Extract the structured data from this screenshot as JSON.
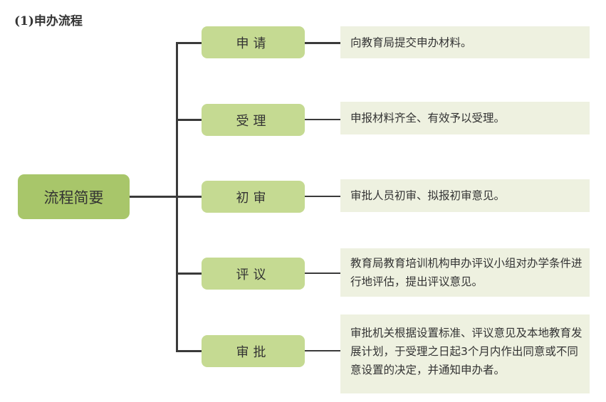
{
  "title": "(1)申办流程",
  "root": "流程简要",
  "steps": [
    {
      "label": "申请",
      "desc": "向教育局提交申办材料。"
    },
    {
      "label": "受理",
      "desc": "申报材料齐全、有效予以受理。"
    },
    {
      "label": "初审",
      "desc": "审批人员初审、拟报初审意见。"
    },
    {
      "label": "评议",
      "desc": "教育局教育培训机构申办评议小组对办学条件进行地评估，提出评议意见。"
    },
    {
      "label": "审批",
      "desc": "审批机关根据设置标准、评议意见及本地教育发展计划，于受理之日起3个月内作出同意或不同意设置的决定，并通知申办者。"
    }
  ],
  "colors": {
    "root": "#a8c66a",
    "step": "#c5da92",
    "desc": "#eef1e0"
  }
}
